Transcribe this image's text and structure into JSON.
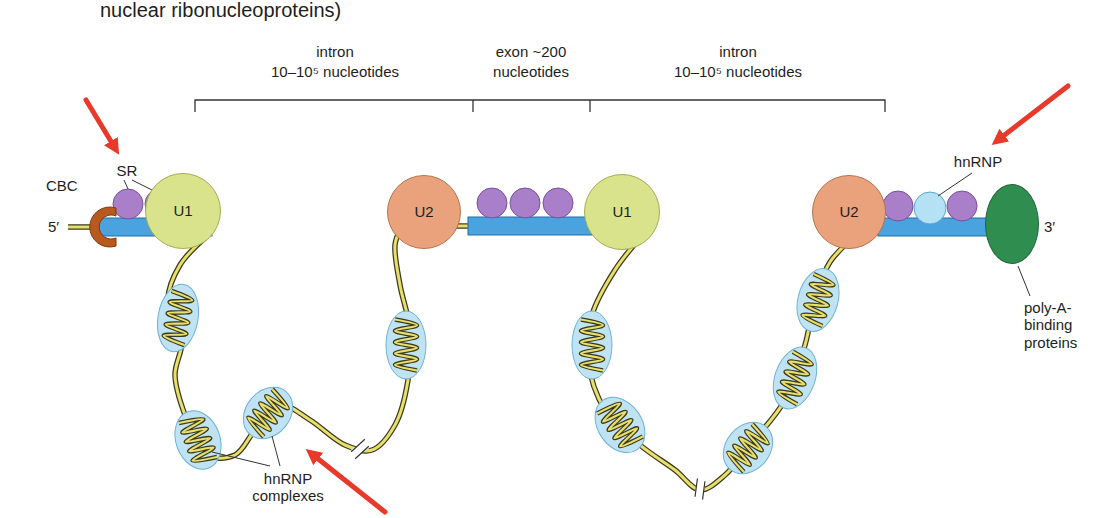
{
  "diagram": {
    "nodes": [
      {
        "text": [
          "CBC"
        ]
      },
      {
        "text": [
          "U1"
        ]
      },
      {
        "text": [
          "U2"
        ]
      },
      {
        "text": [
          "U1"
        ]
      },
      {
        "text": [
          "U2"
        ]
      },
      {
        "text": [
          "poly-A- binding proteins"
        ]
      }
    ],
    "labels": [
      "nuclear ribonucleoproteins)",
      "intron",
      "10–10⁵ nucleotides",
      "exon ~200",
      "nucleotides",
      "intron",
      "10–10⁵ nucleotides",
      "SR",
      "5′",
      "hnRNP",
      "3′",
      "hnRNP complexes"
    ]
  }
}
